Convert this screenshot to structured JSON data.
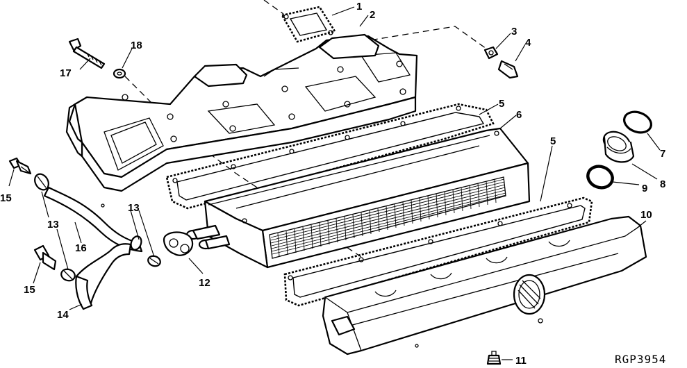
{
  "figure": {
    "reference_code": "RGP3954"
  },
  "callouts": {
    "c1": "1",
    "c2": "2",
    "c3": "3",
    "c4": "4",
    "c5a": "5",
    "c5b": "5",
    "c6": "6",
    "c7": "7",
    "c8": "8",
    "c9": "9",
    "c10": "10",
    "c11": "11",
    "c12": "12",
    "c13a": "13",
    "c13b": "13",
    "c14": "14",
    "c15a": "15",
    "c15b": "15",
    "c16": "16",
    "c17": "17",
    "c18": "18"
  },
  "colors": {
    "ink": "#000000",
    "paper": "#ffffff"
  }
}
